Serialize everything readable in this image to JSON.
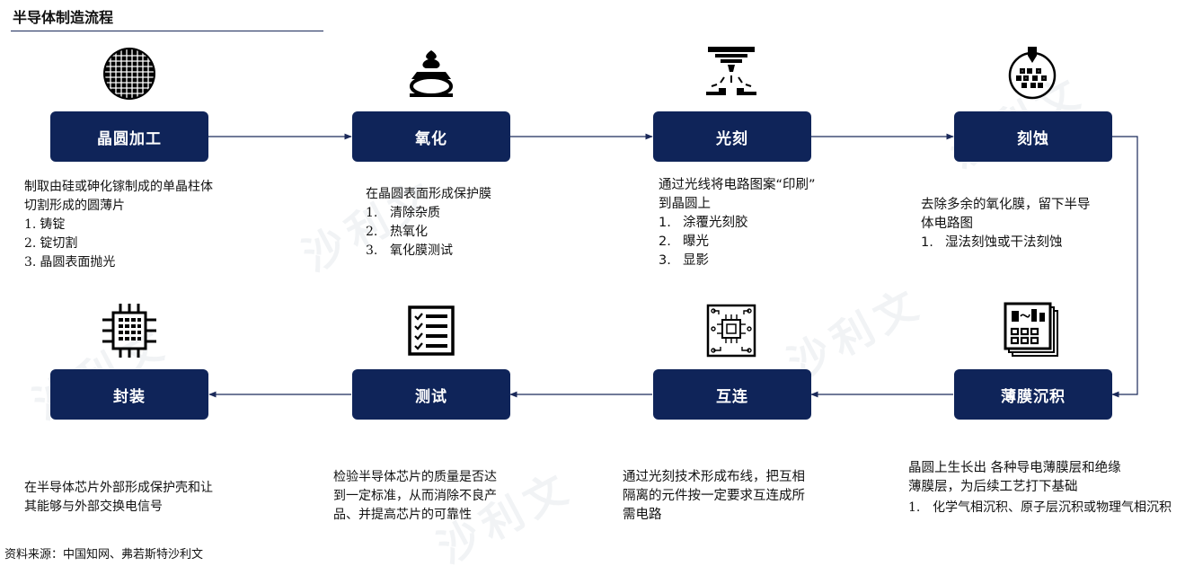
{
  "title": "半导体制造流程",
  "footer": "资料来源：中国知网、弗若斯特沙利文",
  "watermark": "沙利文",
  "stages": [
    {
      "id": "wafer",
      "label": "晶圆加工",
      "icon": "wafer-icon",
      "desc_lines": [
        "制取由硅或砷化镓制成的单晶柱体",
        "切割形成的圆薄片"
      ],
      "steps": [
        "铸锭",
        "锭切割",
        "晶圆表面抛光"
      ]
    },
    {
      "id": "oxidation",
      "label": "氧化",
      "icon": "furnace-icon",
      "desc_lines": [
        "在晶圆表面形成保护膜"
      ],
      "steps": [
        "清除杂质",
        "热氧化",
        "氧化膜测试"
      ]
    },
    {
      "id": "lithography",
      "label": "光刻",
      "icon": "lithography-light-icon",
      "desc_lines": [
        "通过光线将电路图案“印刷”",
        "到晶圆上"
      ],
      "steps": [
        "涂覆光刻胶",
        "曝光",
        "显影"
      ]
    },
    {
      "id": "etching",
      "label": "刻蚀",
      "icon": "etching-icon",
      "desc_lines": [
        "去除多余的氧化膜，留下半导",
        "体电路图"
      ],
      "steps": [
        "湿法刻蚀或干法刻蚀"
      ]
    },
    {
      "id": "deposition",
      "label": "薄膜沉积",
      "icon": "thin-film-icon",
      "desc_lines": [
        "晶圆上生长出 各种导电薄膜层和绝缘",
        "薄膜层，为后续工艺打下基础"
      ],
      "steps": [
        "化学气相沉积、原子层沉积或物理气相沉积"
      ]
    },
    {
      "id": "interconnect",
      "label": "互连",
      "icon": "circuit-board-icon",
      "desc_lines": [
        "通过光刻技术形成布线，把互相",
        "隔离的元件按一定要求互连成所",
        "需电路"
      ],
      "steps": []
    },
    {
      "id": "testing",
      "label": "测试",
      "icon": "checklist-icon",
      "desc_lines": [
        "检验半导体芯片的质量是否达",
        "到一定标准，从而消除不良产",
        "品、并提高芯片的可靠性"
      ],
      "steps": []
    },
    {
      "id": "packaging",
      "label": "封装",
      "icon": "chip-icon",
      "desc_lines": [
        "在半导体芯片外部形成保护壳和让",
        "其能够与外部交换电信号"
      ],
      "steps": []
    }
  ],
  "step_numbers": [
    "1.",
    "2.",
    "3."
  ],
  "colors": {
    "stage_bg": "#0f2459",
    "stage_text": "#ffffff",
    "connector": "#1b2a5a"
  }
}
